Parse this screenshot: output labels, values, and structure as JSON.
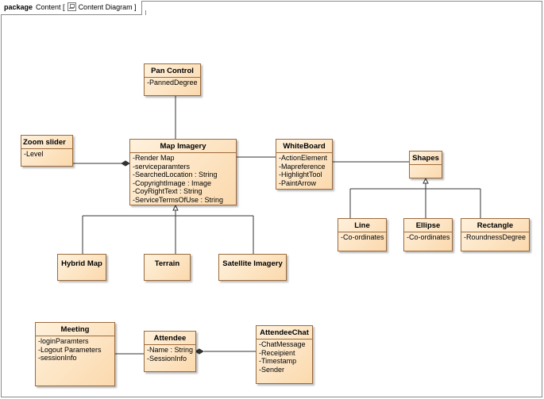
{
  "frame": {
    "keyword": "package",
    "name": "Content [",
    "diagram_label": "Content Diagram",
    "closing": "]"
  },
  "classes": {
    "pan_control": {
      "name": "Pan Control",
      "attributes": [
        "-PannedDegree"
      ]
    },
    "zoom_slider": {
      "name": "Zoom slider",
      "attributes": [
        "-Level"
      ]
    },
    "map_imagery": {
      "name": "Map Imagery",
      "attributes": [
        "-Render Map",
        "-serviceparamters",
        "-SearchedLocation : String",
        "-CopyrightImage : Image",
        "-CoyRightText : String",
        "-ServiceTermsOfUse : String"
      ]
    },
    "whiteboard": {
      "name": "WhiteBoard",
      "attributes": [
        "-ActionElement",
        "-Mapreference",
        "-HighlightTool",
        "-PaintArrow"
      ]
    },
    "shapes": {
      "name": "Shapes",
      "attributes": []
    },
    "line": {
      "name": "Line",
      "attributes": [
        "-Co-ordinates"
      ]
    },
    "ellipse": {
      "name": "Ellipse",
      "attributes": [
        "-Co-ordinates"
      ]
    },
    "rectangle": {
      "name": "Rectangle",
      "attributes": [
        "-RoundnessDegree"
      ]
    },
    "hybrid_map": {
      "name": "Hybrid Map",
      "attributes": []
    },
    "terrain": {
      "name": "Terrain",
      "attributes": []
    },
    "satellite_imagery": {
      "name": "Satellite Imagery",
      "attributes": []
    },
    "meeting": {
      "name": "Meeting",
      "attributes": [
        "-loginParamters",
        "-Logout Parameters",
        "-sessionInfo"
      ]
    },
    "attendee": {
      "name": "Attendee",
      "attributes": [
        "-Name : String",
        "-SessionInfo"
      ]
    },
    "attendee_chat": {
      "name": "AttendeeChat",
      "attributes": [
        "-ChatMessage",
        "-Receipient",
        "-Timestamp",
        "-Sender"
      ]
    }
  }
}
